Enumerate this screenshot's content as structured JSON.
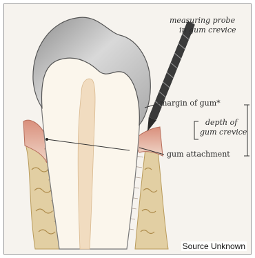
{
  "labels": {
    "probe_line1": "measuring probe",
    "probe_line2": "in gum crevice",
    "margin": "margin of gum*",
    "depth_line1": "depth of",
    "depth_line2": "gum crevice",
    "attachment": "gum attachment"
  },
  "credit": "Source Unknown",
  "colors": {
    "background": "#f6f3ee",
    "enamel": "#c8c8c8",
    "dentin": "#fbf6ec",
    "pulp": "#f1dcc0",
    "gum": "#e8c1b4",
    "bone": "#d7b46a",
    "probe": "#2b2b2b"
  }
}
